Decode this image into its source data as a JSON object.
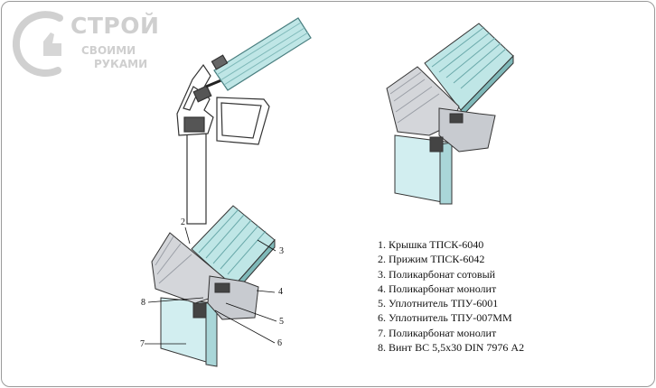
{
  "logo": {
    "word1": "СТРОЙ",
    "word2": "СВОИМИ",
    "word3": "РУКАМИ"
  },
  "legend": [
    "1. Крышка ТПСК-6040",
    "2. Прижим ТПСК-6042",
    "3. Поликарбонат сотовый",
    "4. Поликарбонат монолит",
    "5. Уплотнитель ТПУ-6001",
    "6. Уплотнитель ТПУ-007ММ",
    "7. Поликарбонат монолит",
    "8. Винт ВС 5,5х30 DIN 7976 А2"
  ],
  "callouts": {
    "c2": "2",
    "c3": "3",
    "c4": "4",
    "c5": "5",
    "c6": "6",
    "c7": "7",
    "c8": "8"
  },
  "colors": {
    "glass": "#bfe6e6",
    "glass_dark": "#7fb9b9",
    "metal": "#d4d6da",
    "metal_dark": "#9a9ea6",
    "mono": "#d2eef0",
    "logo": "#cfcfcf"
  }
}
